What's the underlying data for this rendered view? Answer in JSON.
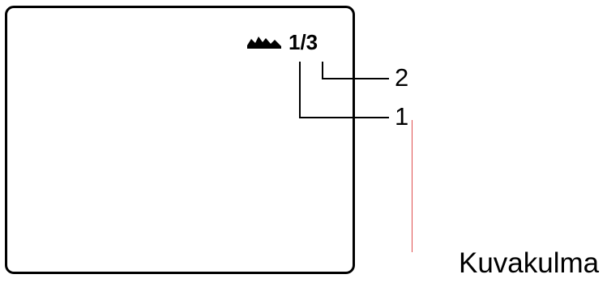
{
  "screen": {
    "icon": "landscape-angle-icon",
    "readout": "1/3"
  },
  "callouts": {
    "first": "1",
    "second": "2"
  },
  "caption": "Kuvakulma",
  "colors": {
    "frame": "#000000",
    "accent_line": "#e05050"
  }
}
